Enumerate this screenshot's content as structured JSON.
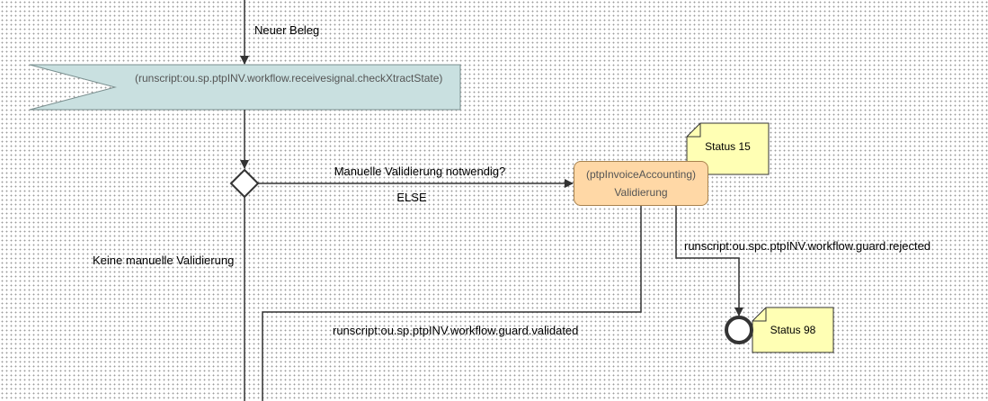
{
  "colors": {
    "signal_fill": "#c9e0e0",
    "task_fill": "#ffd8a6",
    "note_fill": "#ffffb4",
    "line": "#333333",
    "muted_text": "#555555"
  },
  "signal": {
    "text": "(runscript:ou.sp.ptpINV.workflow.receivesignal.checkXtractState)"
  },
  "task": {
    "type": "(ptpInvoiceAccounting)",
    "name": "Validierung"
  },
  "notes": {
    "task_status": "Status 15",
    "end_status": "Status 98"
  },
  "labels": {
    "new_document": "Neuer Beleg",
    "manual_needed": "Manuelle Validierung notwendig?",
    "else": "ELSE",
    "no_manual": "Keine manuelle Validierung",
    "guard_rejected": "runscript:ou.spc.ptpINV.workflow.guard.rejected",
    "guard_validated": "runscript:ou.sp.ptpINV.workflow.guard.validated"
  },
  "icons": {
    "gateway": "exclusive-gateway-diamond-icon",
    "end_event": "end-event-circle-icon",
    "arrow": "arrowhead-icon"
  }
}
